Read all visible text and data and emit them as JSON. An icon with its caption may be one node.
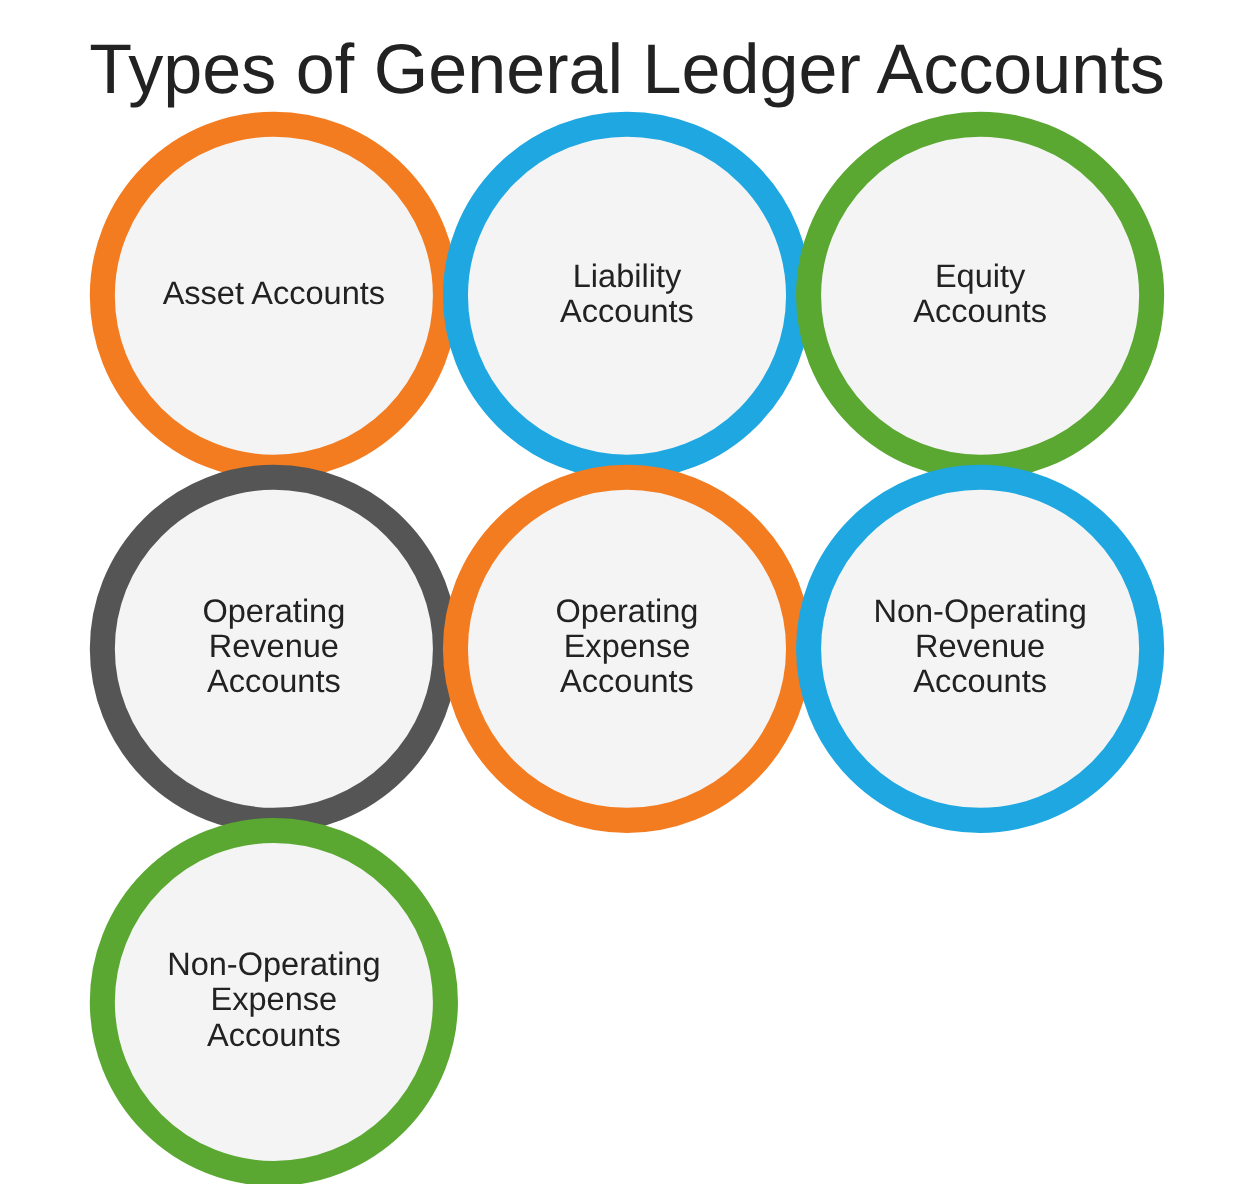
{
  "diagram": {
    "title": "Types of General Ledger Accounts",
    "nodes": [
      {
        "text": [
          "Asset Accounts"
        ]
      },
      {
        "text": [
          "Liability Accounts"
        ]
      },
      {
        "text": [
          "Equity Accounts"
        ]
      },
      {
        "text": [
          "Operating Revenue Accounts"
        ]
      },
      {
        "text": [
          "Operating Expense Accounts"
        ]
      },
      {
        "text": [
          "Non-Operating Revenue Accounts"
        ]
      },
      {
        "text": [
          "Non-Operating Expense Accounts"
        ]
      }
    ],
    "edges": []
  }
}
